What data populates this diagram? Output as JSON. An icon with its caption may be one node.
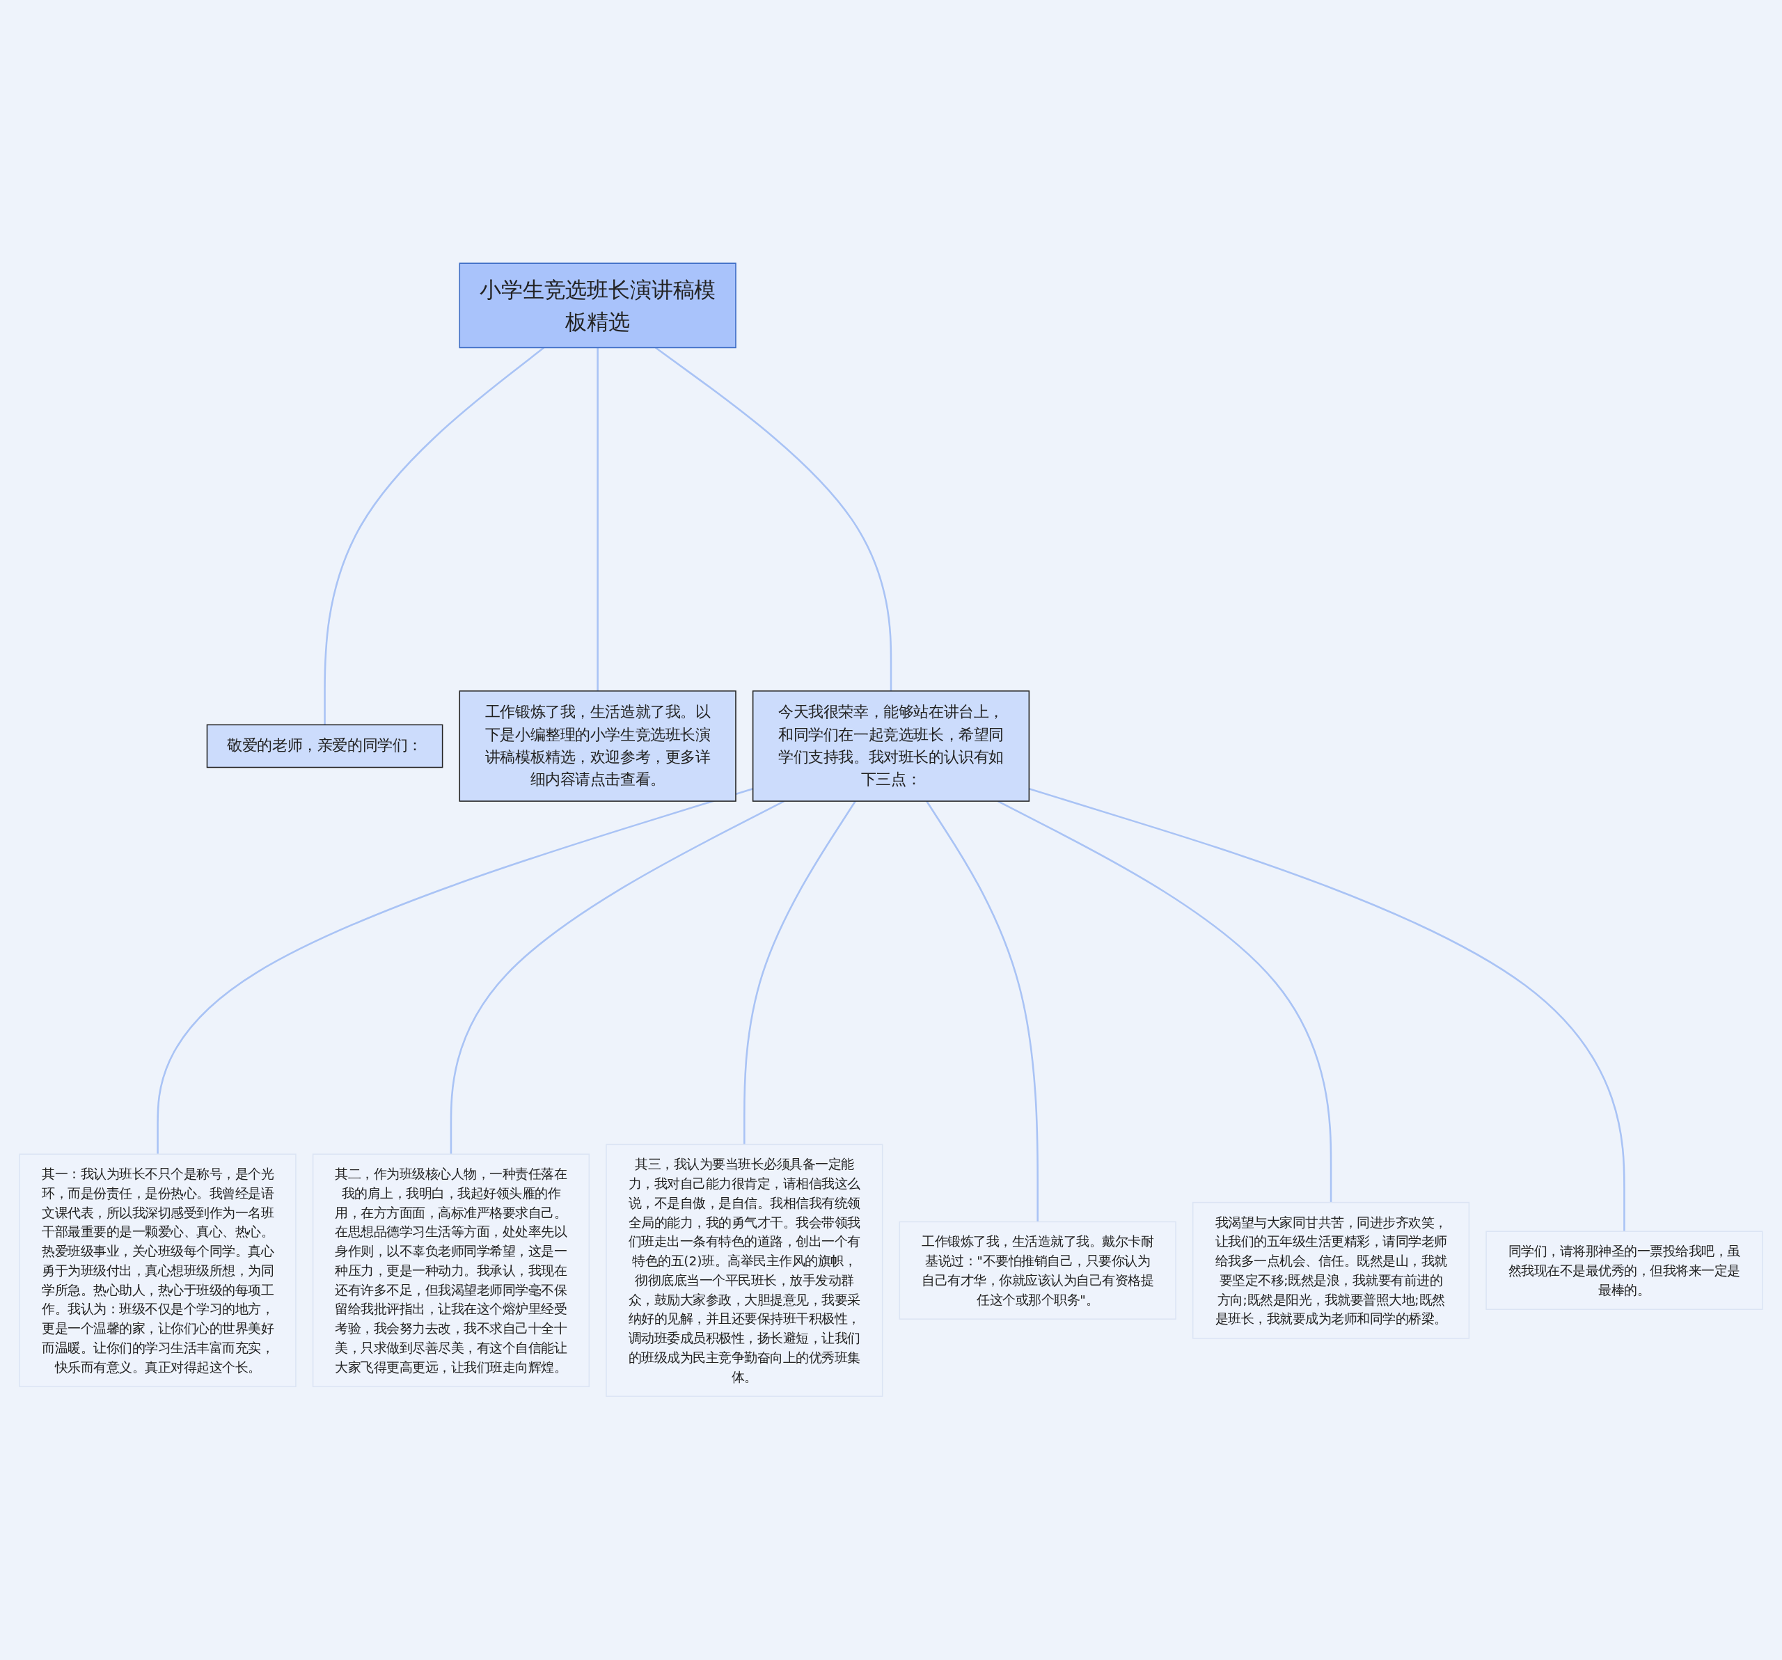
{
  "diagram": {
    "nodes": [
      {
        "text": [
          "小学生竞选班长演讲稿模板精选"
        ]
      },
      {
        "text": [
          "敬爱的老师，亲爱的同学们："
        ]
      },
      {
        "text": [
          "工作锻炼了我，生活造就了我。以下是小编整理的小学生竞选班长演讲稿模板精选，欢迎参考，更多详细内容请点击查看。"
        ]
      },
      {
        "text": [
          "今天我很荣幸，能够站在讲台上，和同学们在一起竞选班长，希望同学们支持我。我对班长的认识有如下三点："
        ]
      },
      {
        "text": [
          "其一：我认为班长不只个是称号，是个光环，而是份责任，是份热心。我曾经是语文课代表，所以我深切感受到作为一名班干部最重要的是一颗爱心、真心、热心。热爱班级事业，关心班级每个同学。真心勇于为班级付出，真心想班级所想，为同学所急。热心助人，热心于班级的每项工作。我认为：班级不仅是个学习的地方，更是一个温馨的家，让你们心的世界美好而温暖。让你们的学习生活丰富而充实，快乐而有意义。真正对得起这个长。"
        ]
      },
      {
        "text": [
          "其二，作为班级核心人物，一种责任落在我的肩上，我明白，我起好领头雁的作用，在方方面面，高标准严格要求自己。在思想品德学习生活等方面，处处率先以身作则，以不辜负老师同学希望，这是一种压力，更是一种动力。我承认，我现在还有许多不足，但我渴望老师同学毫不保留给我批评指出，让我在这个熔炉里经受考验，我会努力去改，我不求自己十全十美，只求做到尽善尽美，有这个自信能让大家飞得更高更远，让我们班走向辉煌。"
        ]
      },
      {
        "text": [
          "其三，我认为要当班长必须具备一定能力，我对自己能力很肯定，请相信我这么说，不是自傲，是自信。我相信我有统领全局的能力，我的勇气才干。我会带领我们班走出一条有特色的道路，创出一个有特色的五(2)班。高举民主作风的旗帜，彻彻底底当一个平民班长，放手发动群众，鼓励大家参政，大胆提意见，我要采纳好的见解，并且还要保持班干积极性，调动班委成员积极性，扬长避短，让我们的班级成为民主竞争勤奋向上的优秀班集体。"
        ]
      },
      {
        "text": [
          "工作锻炼了我，生活造就了我。戴尔卡耐基说过：\"不要怕推销自己，只要你认为自己有才华，你就应该认为自己有资格提任这个或那个职务\"。"
        ]
      },
      {
        "text": [
          "我渴望与大家同甘共苦，同进步齐欢笑，让我们的五年级生活更精彩，请同学老师给我多一点机会、信任。既然是山，我就要坚定不移;既然是浪，我就要有前进的方向;既然是阳光，我就要普照大地;既然是班长，我就要成为老师和同学的桥梁。"
        ]
      },
      {
        "text": [
          "同学们，请将那神圣的一票投给我吧，虽然我现在不是最优秀的，但我将来一定是最棒的。"
        ]
      }
    ],
    "edges": [
      {
        "from": 0,
        "to": 1,
        "arrow": "none"
      },
      {
        "from": 0,
        "to": 2,
        "arrow": "none"
      },
      {
        "from": 0,
        "to": 3,
        "arrow": "none"
      },
      {
        "from": 3,
        "to": 4,
        "arrow": "none"
      },
      {
        "from": 3,
        "to": 5,
        "arrow": "none"
      },
      {
        "from": 3,
        "to": 6,
        "arrow": "none"
      },
      {
        "from": 3,
        "to": 7,
        "arrow": "none"
      },
      {
        "from": 3,
        "to": 8,
        "arrow": "none"
      },
      {
        "from": 3,
        "to": 9,
        "arrow": "none"
      }
    ]
  }
}
